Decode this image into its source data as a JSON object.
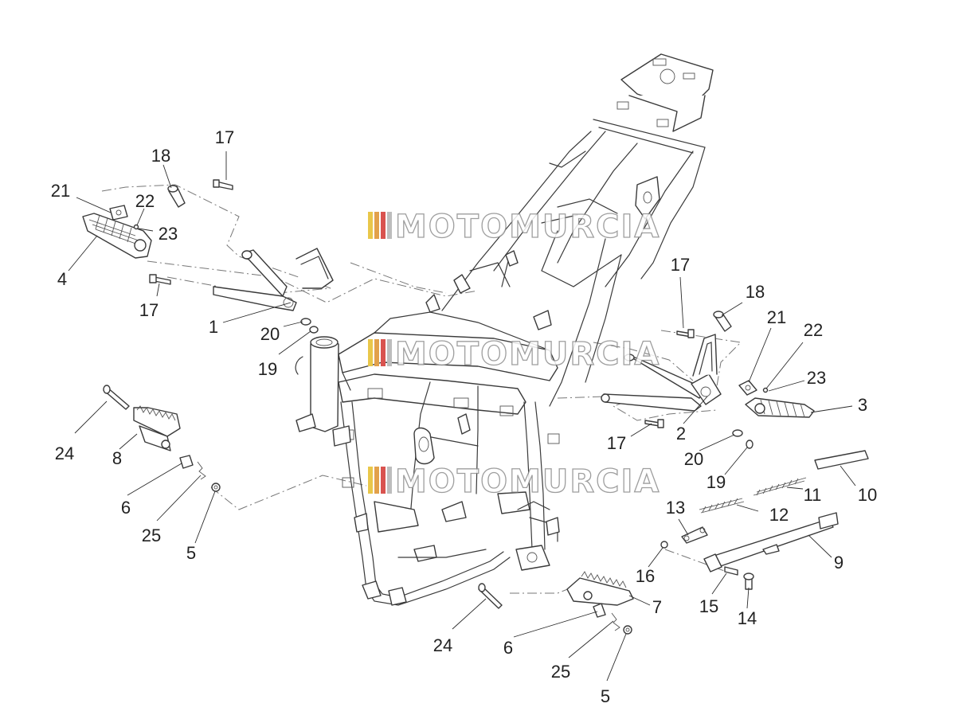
{
  "diagram": {
    "watermark": "MOTOMURCIA",
    "watermark_colors": [
      "#e9c74a",
      "#e2a14b",
      "#d9534f",
      "#bdbdbd"
    ],
    "callouts": [
      {
        "id": "c1",
        "label": "1"
      },
      {
        "id": "c2",
        "label": "2"
      },
      {
        "id": "c3",
        "label": "3"
      },
      {
        "id": "c4",
        "label": "4"
      },
      {
        "id": "c5a",
        "label": "5"
      },
      {
        "id": "c5b",
        "label": "5"
      },
      {
        "id": "c6a",
        "label": "6"
      },
      {
        "id": "c6b",
        "label": "6"
      },
      {
        "id": "c7",
        "label": "7"
      },
      {
        "id": "c8",
        "label": "8"
      },
      {
        "id": "c9",
        "label": "9"
      },
      {
        "id": "c10",
        "label": "10"
      },
      {
        "id": "c11",
        "label": "11"
      },
      {
        "id": "c12",
        "label": "12"
      },
      {
        "id": "c13",
        "label": "13"
      },
      {
        "id": "c14",
        "label": "14"
      },
      {
        "id": "c15",
        "label": "15"
      },
      {
        "id": "c16",
        "label": "16"
      },
      {
        "id": "c17a",
        "label": "17"
      },
      {
        "id": "c17b",
        "label": "17"
      },
      {
        "id": "c17c",
        "label": "17"
      },
      {
        "id": "c17d",
        "label": "17"
      },
      {
        "id": "c18a",
        "label": "18"
      },
      {
        "id": "c18b",
        "label": "18"
      },
      {
        "id": "c19a",
        "label": "19"
      },
      {
        "id": "c19b",
        "label": "19"
      },
      {
        "id": "c20a",
        "label": "20"
      },
      {
        "id": "c20b",
        "label": "20"
      },
      {
        "id": "c21a",
        "label": "21"
      },
      {
        "id": "c21b",
        "label": "21"
      },
      {
        "id": "c22a",
        "label": "22"
      },
      {
        "id": "c22b",
        "label": "22"
      },
      {
        "id": "c23a",
        "label": "23"
      },
      {
        "id": "c23b",
        "label": "23"
      },
      {
        "id": "c24a",
        "label": "24"
      },
      {
        "id": "c24b",
        "label": "24"
      },
      {
        "id": "c25a",
        "label": "25"
      },
      {
        "id": "c25b",
        "label": "25"
      }
    ]
  }
}
